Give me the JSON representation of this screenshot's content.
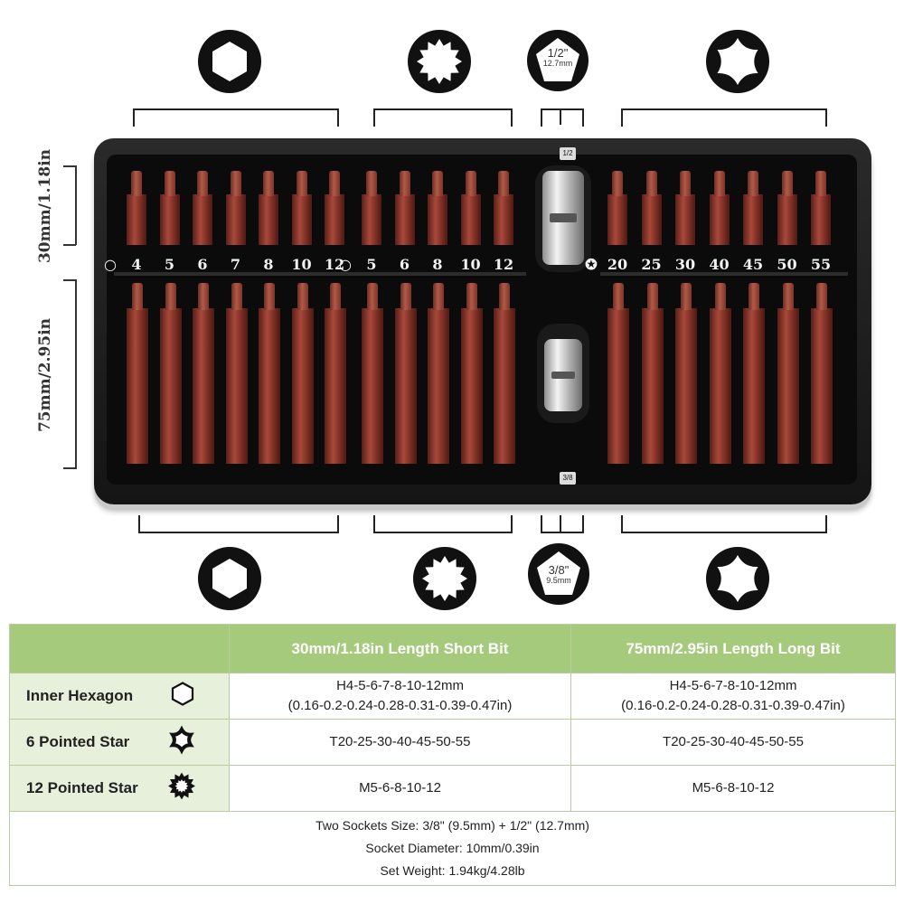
{
  "sockets": {
    "top": {
      "size": "1/2\"",
      "mm": "12.7mm"
    },
    "bottom": {
      "size": "3/8\"",
      "mm": "9.5mm"
    }
  },
  "dimensions": {
    "short": "30mm/1.18in",
    "long": "75mm/2.95in"
  },
  "tray": {
    "hex_labels": [
      "4",
      "5",
      "6",
      "7",
      "8",
      "10",
      "12"
    ],
    "spline_labels": [
      "5",
      "6",
      "8",
      "10",
      "12"
    ],
    "torx_labels": [
      "20",
      "25",
      "30",
      "40",
      "45",
      "50",
      "55"
    ],
    "top_tag": "1/2",
    "bottom_tag": "3/8"
  },
  "table": {
    "headers": [
      "",
      "30mm/1.18in Length Short Bit",
      "75mm/2.95in Length Long Bit"
    ],
    "rows": [
      {
        "label": "Inner Hexagon",
        "icon": "hexagon-icon",
        "short_line1": "H4-5-6-7-8-10-12mm",
        "short_line2": "(0.16-0.2-0.24-0.28-0.31-0.39-0.47in)",
        "long_line1": "H4-5-6-7-8-10-12mm",
        "long_line2": "(0.16-0.2-0.24-0.28-0.31-0.39-0.47in)"
      },
      {
        "label": "6 Pointed Star",
        "icon": "torx-icon",
        "short": "T20-25-30-40-45-50-55",
        "long": "T20-25-30-40-45-50-55"
      },
      {
        "label": "12 Pointed Star",
        "icon": "spline-icon",
        "short": "M5-6-8-10-12",
        "long": "M5-6-8-10-12"
      }
    ],
    "footer": [
      "Two Sockets Size: 3/8\" (9.5mm) + 1/2\" (12.7mm)",
      "Socket Diameter: 10mm/0.39in",
      "Set Weight: 1.94kg/4.28lb"
    ]
  },
  "colors": {
    "header_green": "#a6ca7b",
    "label_green": "#e6f0da",
    "bit_red": "#8b3a2e"
  }
}
